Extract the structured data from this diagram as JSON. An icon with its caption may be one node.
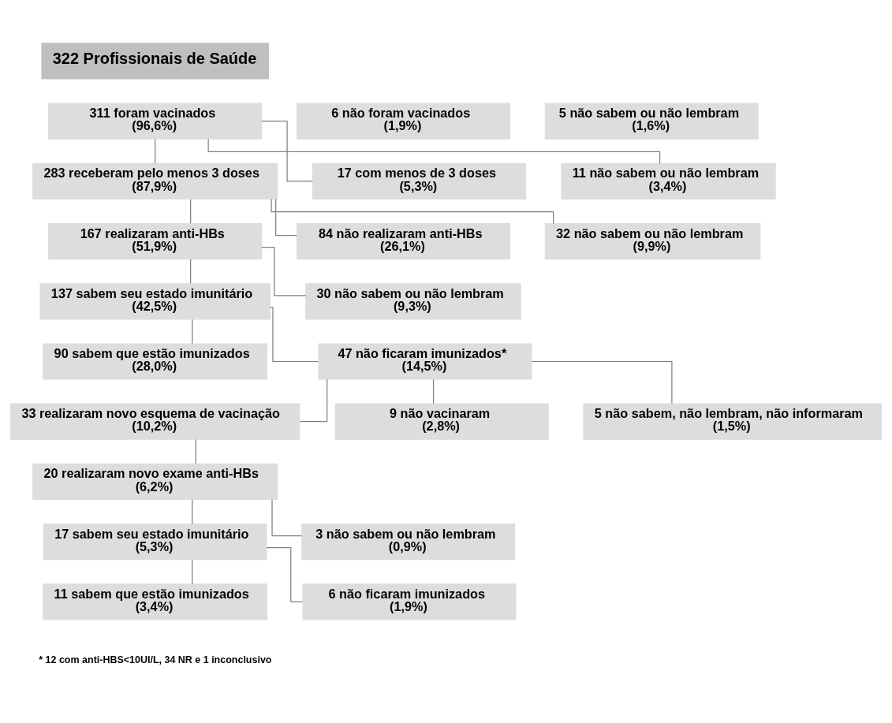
{
  "diagram": {
    "nodes": [
      {
        "text": [
          "322 Profissionais de Saúde"
        ]
      },
      {
        "text": [
          "311 foram vacinados",
          "(96,6%)"
        ]
      },
      {
        "text": [
          "6 não foram vacinados",
          "(1,9%)"
        ]
      },
      {
        "text": [
          "5 não sabem ou não lembram",
          "(1,6%)"
        ]
      },
      {
        "text": [
          "283 receberam pelo menos 3 doses",
          "(87,9%)"
        ]
      },
      {
        "text": [
          "17 com menos de 3 doses",
          "(5,3%)"
        ]
      },
      {
        "text": [
          "11 não sabem ou não lembram",
          "(3,4%)"
        ]
      },
      {
        "text": [
          "167 realizaram anti-HBs",
          "(51,9%)"
        ]
      },
      {
        "text": [
          "84 não realizaram anti-HBs",
          "(26,1%)"
        ]
      },
      {
        "text": [
          "32 não sabem ou não lembram",
          "(9,9%)"
        ]
      },
      {
        "text": [
          "137 sabem seu estado imunitário",
          "(42,5%)"
        ]
      },
      {
        "text": [
          "30 não sabem ou não lembram",
          "(9,3%)"
        ]
      },
      {
        "text": [
          "90 sabem que estão imunizados",
          "(28,0%)"
        ]
      },
      {
        "text": [
          "47 não ficaram imunizados*",
          "(14,5%)"
        ]
      },
      {
        "text": [
          "33 realizaram novo esquema de vacinação",
          "(10,2%)"
        ]
      },
      {
        "text": [
          "9 não vacinaram",
          "(2,8%)"
        ]
      },
      {
        "text": [
          "5 não sabem, não lembram, não informaram",
          "(1,5%)"
        ]
      },
      {
        "text": [
          "20 realizaram novo exame anti-HBs",
          "(6,2%)"
        ]
      },
      {
        "text": [
          "17 sabem seu estado imunitário",
          "(5,3%)"
        ]
      },
      {
        "text": [
          "3 não sabem ou não lembram",
          "(0,9%)"
        ]
      },
      {
        "text": [
          "11 sabem que estão imunizados",
          "(3,4%)"
        ]
      },
      {
        "text": [
          "6 não ficaram imunizados",
          "(1,9%)"
        ]
      }
    ],
    "edges": [
      {
        "from": 1,
        "to": 4,
        "arrow": "none"
      },
      {
        "from": 1,
        "to": 5,
        "arrow": "none"
      },
      {
        "from": 1,
        "to": 6,
        "arrow": "none"
      },
      {
        "from": 4,
        "to": 7,
        "arrow": "none"
      },
      {
        "from": 4,
        "to": 8,
        "arrow": "none"
      },
      {
        "from": 4,
        "to": 9,
        "arrow": "none"
      },
      {
        "from": 7,
        "to": 10,
        "arrow": "none"
      },
      {
        "from": 7,
        "to": 11,
        "arrow": "none"
      },
      {
        "from": 10,
        "to": 12,
        "arrow": "none"
      },
      {
        "from": 10,
        "to": 13,
        "arrow": "none"
      },
      {
        "from": 13,
        "to": 14,
        "arrow": "none"
      },
      {
        "from": 13,
        "to": 15,
        "arrow": "none"
      },
      {
        "from": 13,
        "to": 16,
        "arrow": "none"
      },
      {
        "from": 14,
        "to": 17,
        "arrow": "none"
      },
      {
        "from": 17,
        "to": 18,
        "arrow": "none"
      },
      {
        "from": 17,
        "to": 19,
        "arrow": "none"
      },
      {
        "from": 18,
        "to": 20,
        "arrow": "none"
      },
      {
        "from": 18,
        "to": 21,
        "arrow": "none"
      }
    ],
    "labels": [
      "* 12 com anti-HBS<10UI/L, 34 NR e 1 inconclusivo"
    ]
  }
}
